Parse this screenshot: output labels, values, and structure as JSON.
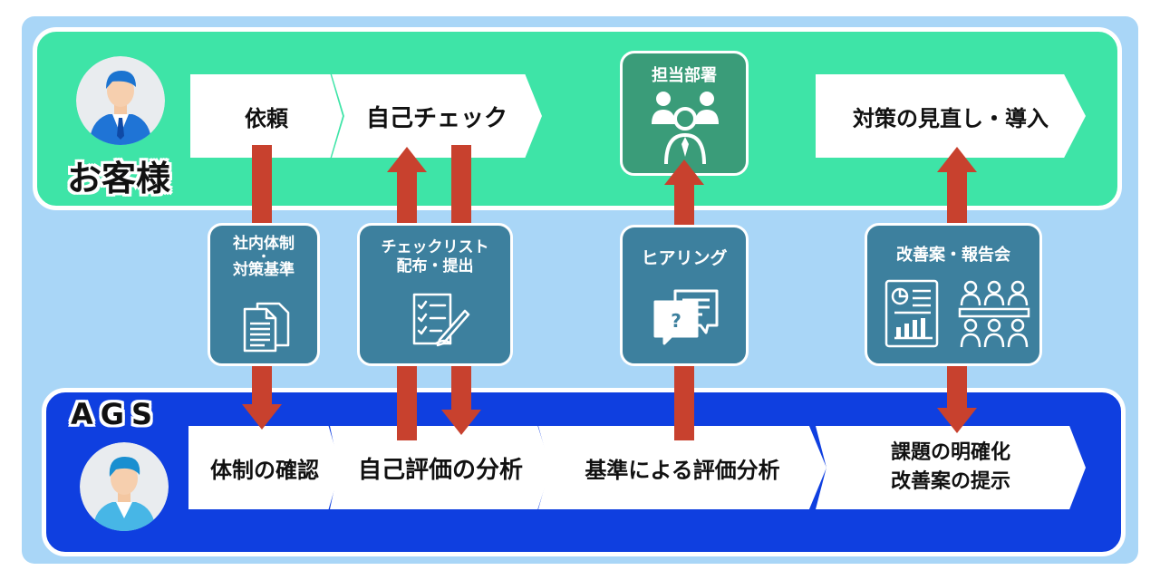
{
  "customer": {
    "label": "お客様",
    "steps": [
      "依頼",
      "自己チェック",
      "対策の見直し・導入"
    ]
  },
  "department": {
    "label": "担当部署"
  },
  "ags": {
    "label": "AGS",
    "steps": [
      "体制の確認",
      "自己評価の分析",
      "基準による評価分析",
      "課題の明確化",
      "改善案の提示"
    ]
  },
  "cards": {
    "c1_line1": "社内体制",
    "c1_dot": "・",
    "c1_line2": "対策基準",
    "c2_line1": "チェックリスト",
    "c2_line2": "配布・提出",
    "c3_line1": "ヒアリング",
    "c4_line1": "改善案・報告会"
  },
  "colors": {
    "background": "#a9d6f7",
    "customer_band": "#3ee4a7",
    "ags_band": "#0f3fe0",
    "card": "#3d809e",
    "dept_card": "#3a9c79",
    "arrow": "#c8412e"
  },
  "icons": [
    "person-icon",
    "document-icon",
    "checklist-icon",
    "chat-icon",
    "group-icon",
    "report-icon",
    "meeting-icon"
  ]
}
